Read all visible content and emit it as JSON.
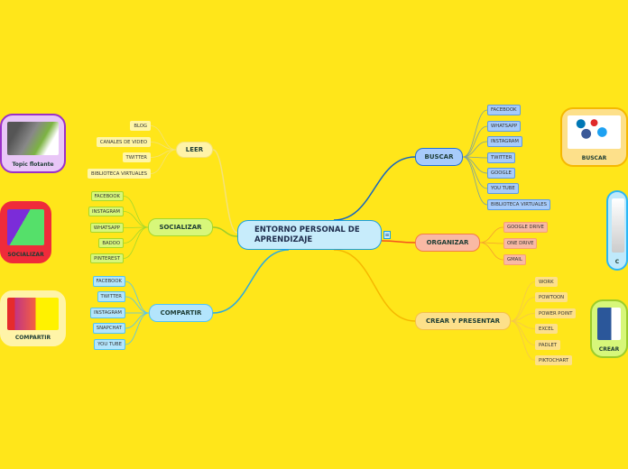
{
  "center": {
    "title": "ENTORNO PERSONAL DE APRENDIZAJE"
  },
  "branches": {
    "leer": {
      "label": "LEER",
      "children": [
        "BLOG",
        "CANALES DE VIDEO",
        "TWITTER",
        "BIBLIOTECA VIRTUALES"
      ]
    },
    "socializar": {
      "label": "SOCIALIZAR",
      "children": [
        "FACEBOOK",
        "INSTAGRAM",
        "WHATSAPP",
        "BADOO",
        "PINTEREST"
      ]
    },
    "compartir": {
      "label": "COMPARTIR",
      "children": [
        "FACEBOOK",
        "TWITTER",
        "INSTAGRAM",
        "SNAPCHAT",
        "YOU TUBE"
      ]
    },
    "buscar": {
      "label": "BUSCAR",
      "children": [
        "FACEBOOK",
        "WHATSAPP",
        "INSTAGRAM",
        "TWITTER",
        "GOOGLE",
        "YOU TUBE",
        "BIBLIOTECA VIRTUALES"
      ]
    },
    "organizar": {
      "label": "ORGANIZAR",
      "children": [
        "GOOGLE DRIVE",
        "ONE DRIVE",
        "GMAIL"
      ]
    },
    "crear": {
      "label": "CREAR Y PRESENTAR",
      "children": [
        "WORK",
        "POWTOON",
        "POWER POINT",
        "EXCEL",
        "PADLET",
        "PIKTOCHART"
      ]
    }
  },
  "floating": {
    "topic1": "Topic flotante",
    "socializar": "SOCIALIZAR",
    "compartir": "COMPARTIR",
    "buscar": "BUSCAR",
    "c": "C",
    "crear": "CREAR"
  },
  "colors": {
    "background": "#ffe61a"
  }
}
